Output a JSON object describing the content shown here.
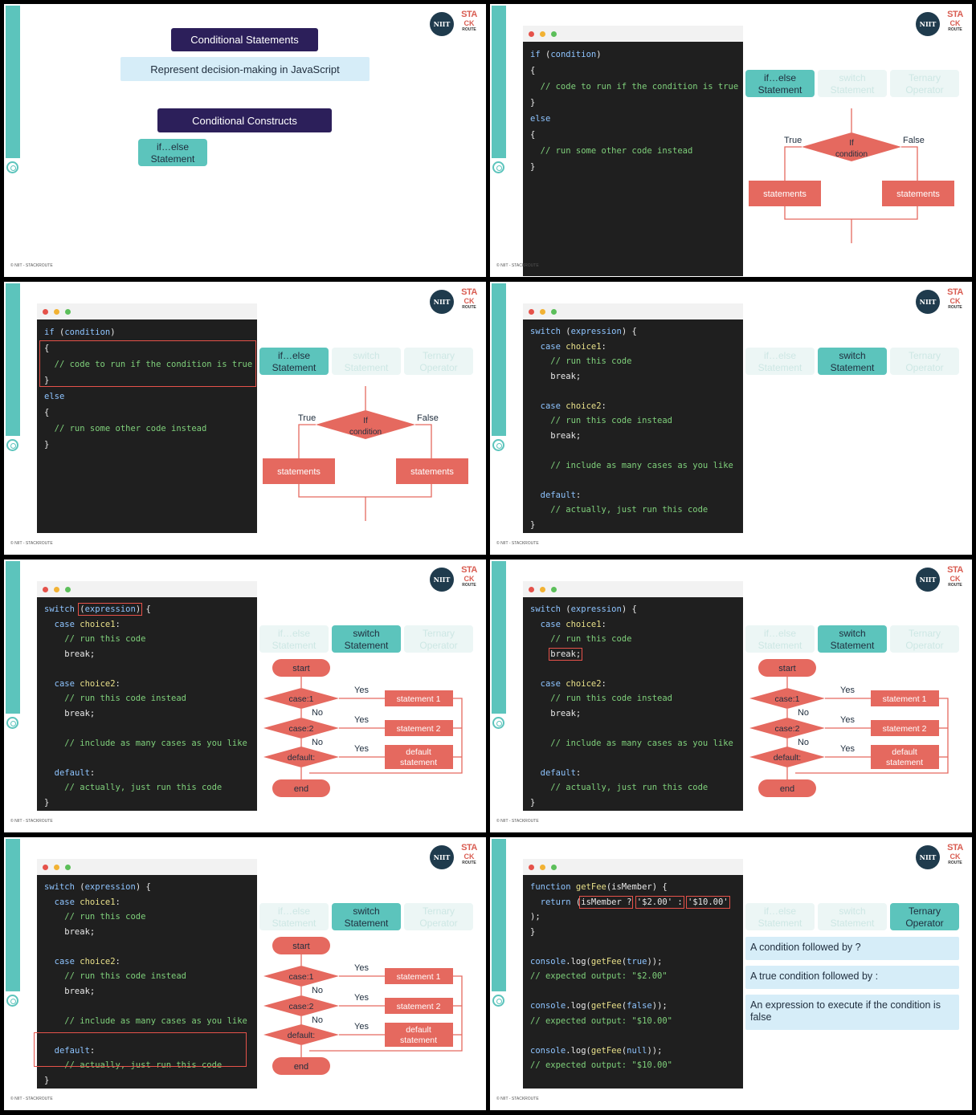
{
  "common": {
    "copyright": "© NIIT - STACKROUTE",
    "logo_niit": "NIIT",
    "logo_sta_1": "STA",
    "logo_sta_2": "CK",
    "logo_sta_3": "ROUTE"
  },
  "slide1": {
    "title": "Conditional Statements",
    "subtitle": "Represent decision-making in JavaScript",
    "section": "Conditional Constructs",
    "ifelse_button": "if…else Statement"
  },
  "tabs": {
    "ifelse": "if…else Statement",
    "switch": "switch Statement",
    "ternary": "Ternary Operator"
  },
  "ifelse_code": [
    "if (condition)",
    "{",
    "  // code to run if the condition is true",
    "}",
    "else",
    "{",
    "  // run some other code instead",
    "}"
  ],
  "ifelse_flow": {
    "condition": "If condition",
    "true_label": "True",
    "false_label": "False",
    "statements": "statements"
  },
  "switch_code": [
    "switch (expression) {",
    "  case choice1:",
    "    // run this code",
    "    break;",
    "",
    "  case choice2:",
    "    // run this code instead",
    "    break;",
    "",
    "    // include as many cases as you like",
    "",
    "  default:",
    "    // actually, just run this code",
    "}"
  ],
  "switch_flow": {
    "start": "start",
    "case1": "case:1",
    "case2": "case:2",
    "default": "default:",
    "end": "end",
    "yes": "Yes",
    "no": "No",
    "statement1": "statement 1",
    "statement2": "statement 2",
    "default_statement": "default statement"
  },
  "ternary_code": [
    "function getFee(isMember) {",
    "  return (isMember ? '$2.00' : '$10.00'",
    ");",
    "}",
    "",
    "console.log(getFee(true));",
    "// expected output: \"$2.00\"",
    "",
    "console.log(getFee(false));",
    "// expected output: \"$10.00\"",
    "",
    "console.log(getFee(null));",
    "// expected output: \"$10.00\""
  ],
  "ternary_info": [
    "A condition followed by ?",
    "A true condition followed by :",
    "An expression to execute if the condition is false"
  ],
  "colors": {
    "teal": "#5cc4bc",
    "purple": "#2c1f5a",
    "coral": "#e5695f",
    "code_bg": "#1f1f1f"
  }
}
